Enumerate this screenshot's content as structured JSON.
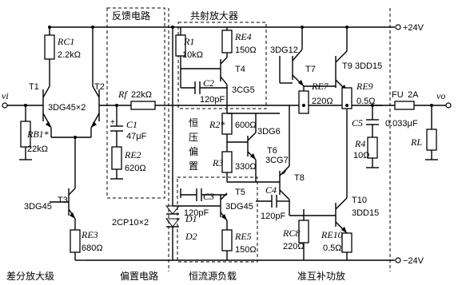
{
  "sections": {
    "feedback": "反馈电路",
    "common_emitter": "共射放大器",
    "differential": "差分放大级",
    "bias": "偏置电路",
    "current_source": "恒流源负载",
    "quasi_complementary": "准互补功放",
    "const_voltage": [
      "恒",
      "压",
      "偏",
      "置"
    ]
  },
  "supply": {
    "positive": "+24V",
    "negative": "−24V"
  },
  "io": {
    "input": "vi",
    "output": "vo"
  },
  "components": {
    "RC1": {
      "name": "RC1",
      "value": "2.2kΩ"
    },
    "RB1": {
      "name": "RB1*",
      "value": "22kΩ"
    },
    "T1": "T1",
    "T2": "T2",
    "T1T2_type": "3DG45×2",
    "Rf": {
      "name": "Rf",
      "value": "22kΩ"
    },
    "C1": {
      "name": "C1",
      "value": "47μF"
    },
    "RE2": {
      "name": "RE2",
      "value": "620Ω"
    },
    "R1": {
      "name": "R1",
      "value": "10kΩ"
    },
    "RE4": {
      "name": "RE4",
      "value": "150Ω"
    },
    "T4": {
      "name": "T4",
      "type": "3CG5"
    },
    "C2": {
      "name": "C2",
      "value": "120pF"
    },
    "R2": {
      "name": "R2*",
      "value": "600Ω"
    },
    "R3": {
      "name": "R3",
      "value": "330Ω"
    },
    "T6": {
      "name": "T6",
      "type": "3DG6"
    },
    "T3": {
      "name": "T3",
      "type": "3DG45"
    },
    "RE3": {
      "name": "RE3",
      "value": "680Ω"
    },
    "D1D2": {
      "type": "2CP10×2",
      "d1": "D1",
      "d2": "D2"
    },
    "C3": {
      "name": "C3",
      "value": "120pF"
    },
    "T5": {
      "name": "T5",
      "type": "3DG45"
    },
    "RE5": {
      "name": "RE5",
      "value": "150Ω"
    },
    "T7": {
      "name": "T7",
      "type": "3DG12"
    },
    "RE7": {
      "name": "RE7",
      "value": "220Ω"
    },
    "T9": {
      "name": "T9",
      "type": "3DD15"
    },
    "RE9": {
      "name": "RE9",
      "value": "0.5Ω"
    },
    "FU": {
      "name": "FU",
      "value": "2A"
    },
    "C5": {
      "name": "C5",
      "value": "0.033μF"
    },
    "R4": {
      "name": "R4",
      "value": "10Ω"
    },
    "RL": {
      "name": "RL"
    },
    "T8": {
      "name": "T8",
      "type": "3CG7"
    },
    "C4": {
      "name": "C4",
      "value": "120pF"
    },
    "RC8": {
      "name": "RC8",
      "value": "220Ω"
    },
    "T10": {
      "name": "T10",
      "type": "3DD15"
    },
    "RE10": {
      "name": "RE10",
      "value": "0.5Ω"
    }
  }
}
